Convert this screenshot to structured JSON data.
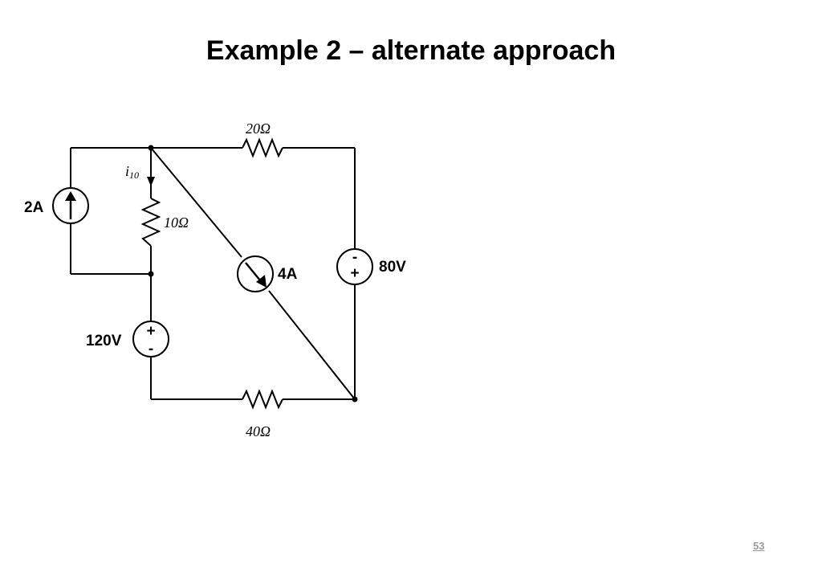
{
  "title": "Example 2 – alternate approach",
  "page_number": "53",
  "circuit": {
    "r_top": "20Ω",
    "r_mid": "10Ω",
    "r_bottom": "40Ω",
    "current_label": "i",
    "current_subscript": "10",
    "src_2a": "2A",
    "src_4a": "4A",
    "src_80v": "80V",
    "src_120v": "120V",
    "plus": "+",
    "minus": "-"
  }
}
